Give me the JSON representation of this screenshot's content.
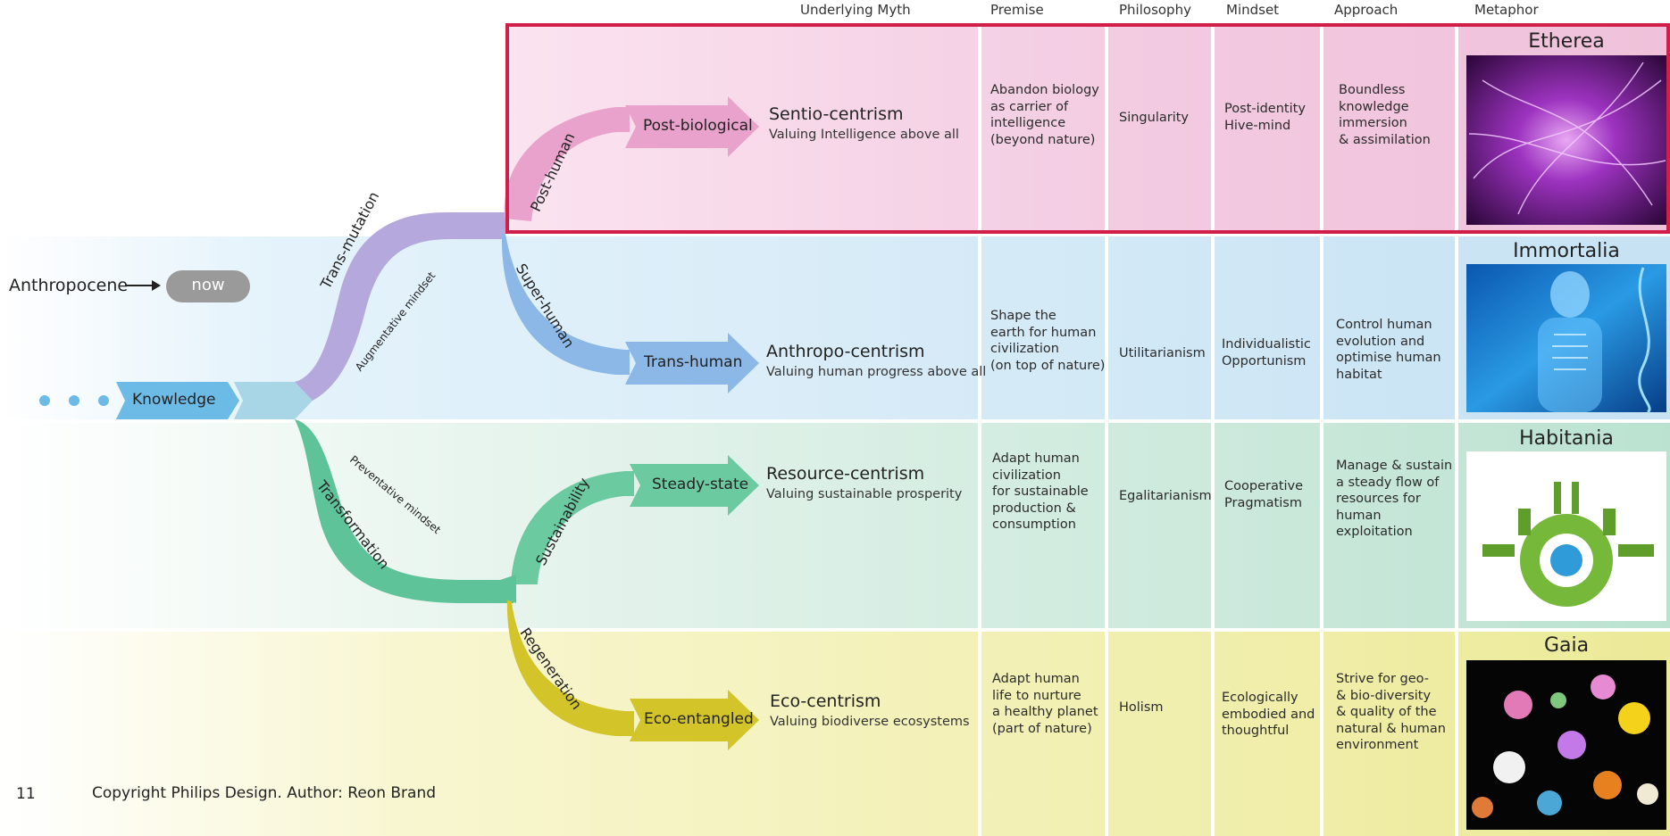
{
  "headers": {
    "underlying_myth": "Underlying Myth",
    "premise": "Premise",
    "philosophy": "Philosophy",
    "mindset": "Mindset",
    "approach": "Approach",
    "metaphor": "Metaphor"
  },
  "timeline": {
    "anthropocene": "Anthropocene",
    "now": "now",
    "knowledge": "Knowledge"
  },
  "branches": {
    "trans_mutation": "Trans-mutation",
    "augmentative_mindset": "Augmentative mindset",
    "transformation": "Transformation",
    "preventative_mindset": "Preventative mindset",
    "post_human": "Post-human",
    "super_human": "Super-human",
    "sustainability": "Sustainability",
    "regeneration": "Regeneration"
  },
  "rows": [
    {
      "arrow": "Post-biological",
      "myth": "Sentio-centrism",
      "myth_sub": "Valuing Intelligence above all",
      "premise": "Abandon biology\nas carrier of\nintelligence\n(beyond nature)",
      "philosophy": "Singularity",
      "mindset": "Post-identity\nHive-mind",
      "approach": "Boundless\nknowledge\nimmersion\n& assimilation",
      "metaphor": "Etherea",
      "color": "#f0c4dd"
    },
    {
      "arrow": "Trans-human",
      "myth": "Anthropo-centrism",
      "myth_sub": "Valuing human progress above all",
      "premise": "Shape the\nearth for human\ncivilization\n(on top of nature)",
      "philosophy": "Utilitarianism",
      "mindset": "Individualistic\nOpportunism",
      "approach": "Control human\nevolution and\noptimise human\nhabitat",
      "metaphor": "Immortalia",
      "color": "#c9e3f2"
    },
    {
      "arrow": "Steady-state",
      "myth": "Resource-centrism",
      "myth_sub": "Valuing sustainable prosperity",
      "premise": "Adapt human\ncivilization\nfor sustainable\nproduction &\nconsumption",
      "philosophy": "Egalitarianism",
      "mindset": "Cooperative\nPragmatism",
      "approach": "Manage & sustain\na steady flow of\nresources for\nhuman\nexploitation",
      "metaphor": "Habitania",
      "color": "#bde3d3"
    },
    {
      "arrow": "Eco-entangled",
      "myth": "Eco-centrism",
      "myth_sub": "Valuing biodiverse  ecosystems",
      "premise": "Adapt human\nlife to nurture\na healthy planet\n(part of nature)",
      "philosophy": "Holism",
      "mindset": "Ecologically\nembodied and\nthoughtful",
      "approach": "Strive for geo-\n& bio-diversity\n& quality of the\nnatural & human\nenvironment",
      "metaphor": "Gaia",
      "color": "#eeeb9c"
    }
  ],
  "footer": {
    "page": "11",
    "copyright": "Copyright Philips Design.  Author: Reon Brand"
  },
  "colors": {
    "highlight": "#d21f4a",
    "knowledge": "#6cbbe6",
    "trans_mutation": "#b5a8dc",
    "transformation": "#5fc39a",
    "post_human": "#e9a2cb",
    "super_human": "#8bb8e6",
    "sustainability": "#6ccaa0",
    "regeneration": "#d3c42a"
  }
}
